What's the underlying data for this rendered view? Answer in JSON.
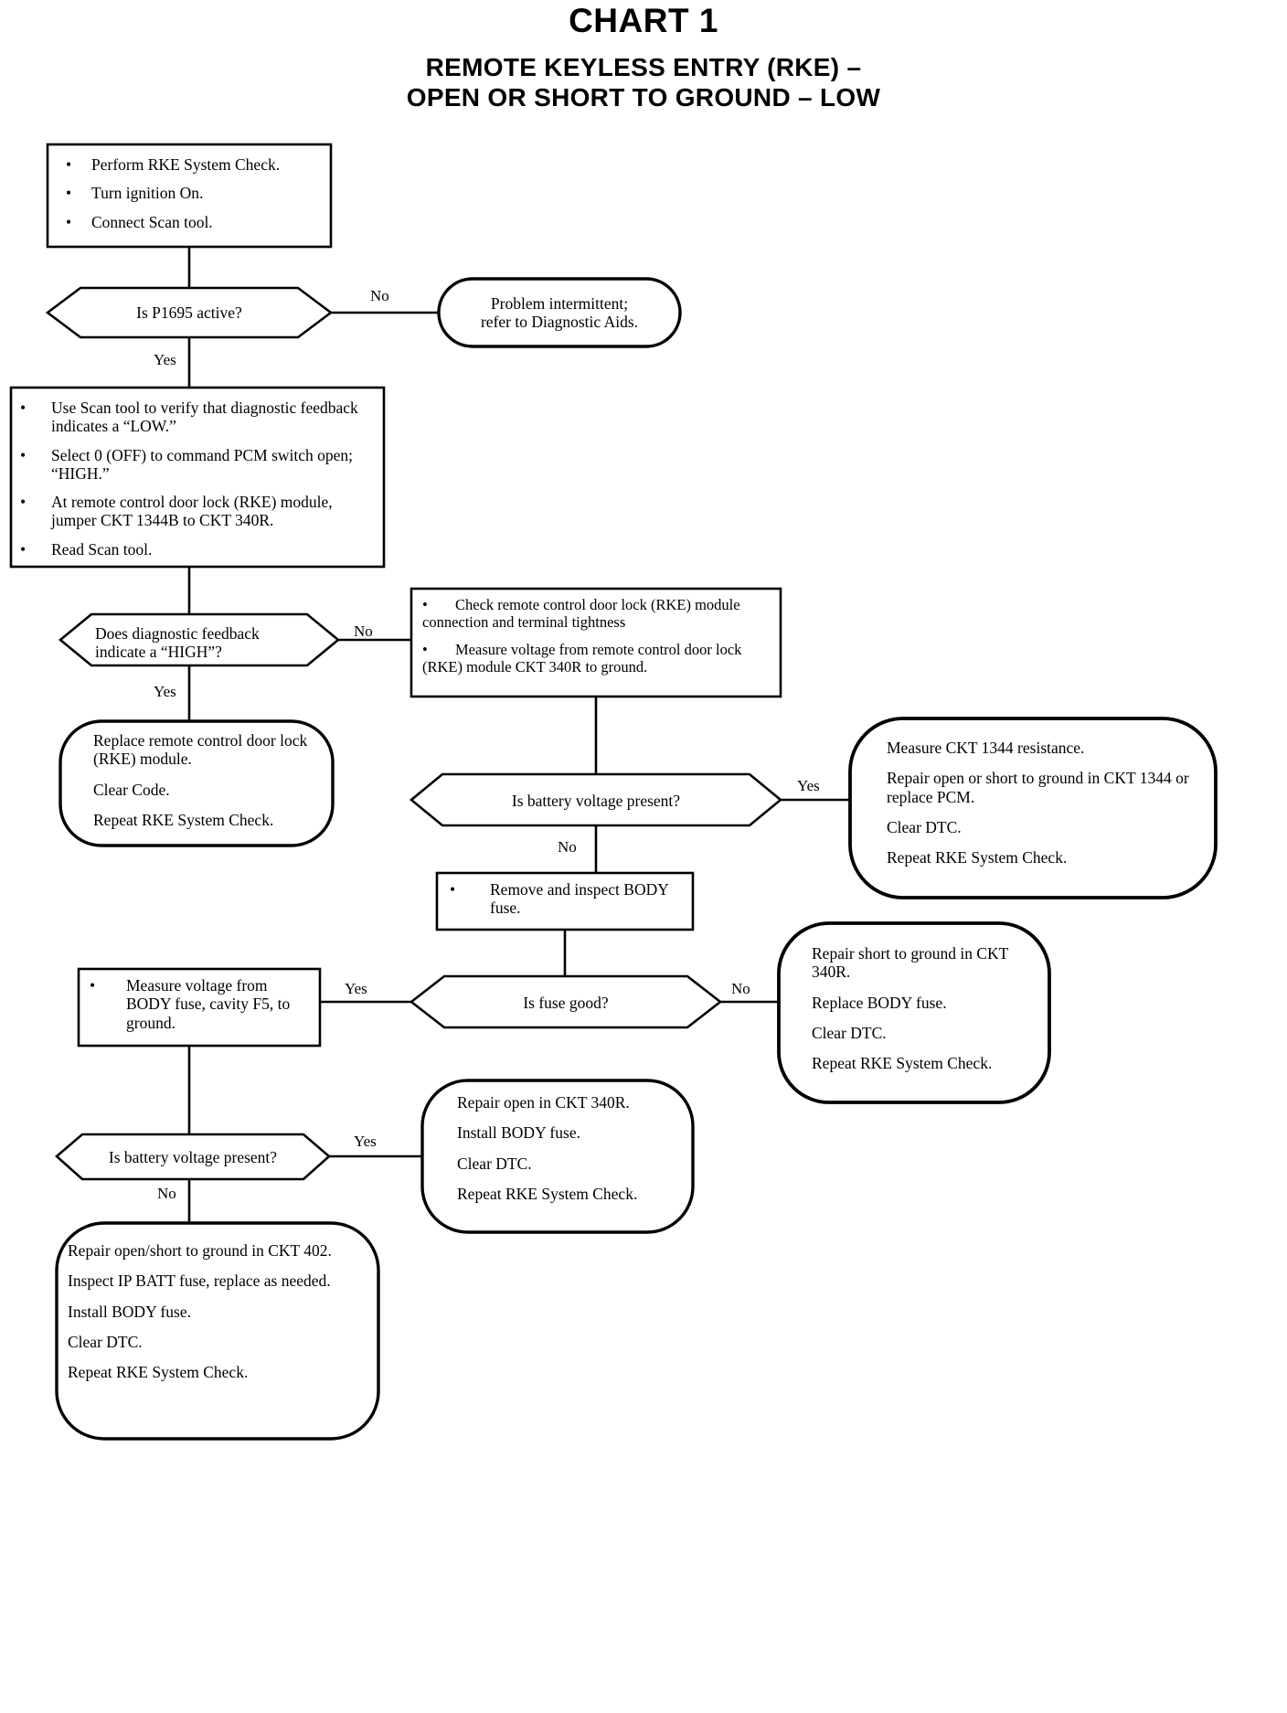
{
  "title": {
    "main": "CHART 1",
    "sub_line1": "REMOTE KEYLESS ENTRY (RKE) –",
    "sub_line2": "OPEN OR SHORT TO GROUND – LOW"
  },
  "colors": {
    "ink": "#000000",
    "paper": "#ffffff"
  },
  "nodes": {
    "n1_start": {
      "type": "process",
      "bullets": [
        "Perform RKE System Check.",
        "Turn ignition On.",
        "Connect Scan tool."
      ]
    },
    "n2_p1695": {
      "type": "decision",
      "text": "Is P1695 active?"
    },
    "n3_intermittent": {
      "type": "terminator",
      "lines": [
        "Problem intermittent;",
        "refer to Diagnostic Aids."
      ]
    },
    "n4_scan": {
      "type": "process",
      "bullets": [
        "Use Scan tool to verify that diagnostic feedback indicates a “LOW.”",
        "Select 0 (OFF) to command PCM switch open; “HIGH.”",
        "At remote control door lock (RKE) module, jumper CKT 1344B to CKT 340R.",
        "Read Scan tool."
      ]
    },
    "n5_feedback_high": {
      "type": "decision",
      "lines": [
        "Does diagnostic feedback",
        "indicate a “HIGH”?"
      ]
    },
    "n6_check_module": {
      "type": "process",
      "bullets": [
        "Check remote control door lock (RKE) module connection and terminal tightness",
        "Measure voltage from remote control door lock (RKE) module CKT 340R to ground."
      ]
    },
    "n7_replace_module": {
      "type": "terminator",
      "lines": [
        "Replace remote control door lock (RKE) module.",
        "Clear Code.",
        "Repeat RKE System Check."
      ]
    },
    "n8_batt_volt_1": {
      "type": "decision",
      "text": "Is battery voltage present?"
    },
    "n9_measure_1344": {
      "type": "terminator",
      "lines": [
        "Measure CKT 1344 resistance.",
        "Repair open or short to ground in CKT 1344 or replace PCM.",
        "Clear  DTC.",
        "Repeat RKE System Check."
      ]
    },
    "n10_remove_fuse": {
      "type": "process",
      "bullets": [
        "Remove and inspect BODY fuse."
      ]
    },
    "n11_fuse_good": {
      "type": "decision",
      "text": "Is fuse good?"
    },
    "n12_measure_f5": {
      "type": "process",
      "bullets": [
        "Measure voltage from BODY fuse, cavity F5, to ground."
      ]
    },
    "n13_repair_340r": {
      "type": "terminator",
      "lines": [
        "Repair short to ground in CKT 340R.",
        "Replace BODY fuse.",
        "Clear DTC.",
        "Repeat RKE System Check."
      ]
    },
    "n14_batt_volt_2": {
      "type": "decision",
      "text": "Is battery voltage present?"
    },
    "n15_repair_open_340r": {
      "type": "terminator",
      "lines": [
        "Repair open in CKT 340R.",
        "Install BODY fuse.",
        "Clear DTC.",
        "Repeat RKE System Check."
      ]
    },
    "n16_repair_402": {
      "type": "terminator",
      "lines": [
        "Repair open/short to ground in CKT 402.",
        "Inspect IP BATT fuse, replace as needed.",
        "Install BODY fuse.",
        "Clear DTC.",
        "Repeat RKE System Check."
      ]
    }
  },
  "edge_labels": {
    "e1_no": "No",
    "e2_yes": "Yes",
    "e3_no": "No",
    "e4_yes": "Yes",
    "e5_yes": "Yes",
    "e6_no": "No",
    "e7_yes": "Yes",
    "e8_no": "No",
    "e9_yes": "Yes",
    "e10_no": "No"
  }
}
